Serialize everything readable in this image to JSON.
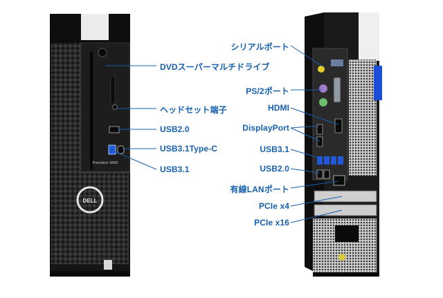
{
  "product": {
    "model_text": "Precision 3430",
    "brand_logo": "DELL"
  },
  "front_callouts": [
    {
      "key": "dvd",
      "label": "DVDスーパーマルチドライブ"
    },
    {
      "key": "headset",
      "label": "ヘッドセット端子"
    },
    {
      "key": "usb20",
      "label": "USB2.0"
    },
    {
      "key": "usbc",
      "label": "USB3.1Type-C"
    },
    {
      "key": "usb31",
      "label": "USB3.1"
    }
  ],
  "rear_callouts": [
    {
      "key": "serial",
      "label": "シリアルポート"
    },
    {
      "key": "ps2",
      "label": "PS/2ポート"
    },
    {
      "key": "hdmi",
      "label": "HDMI"
    },
    {
      "key": "dp",
      "label": "DisplayPort"
    },
    {
      "key": "usb31",
      "label": "USB3.1"
    },
    {
      "key": "usb20",
      "label": "USB2.0"
    },
    {
      "key": "lan",
      "label": "有線LANポート"
    },
    {
      "key": "pcie4",
      "label": "PCIe x4"
    },
    {
      "key": "pcie16",
      "label": "PCIe x16"
    }
  ],
  "colors": {
    "label": "#1560b0",
    "leader": "#1560b0",
    "chassis": "#141414",
    "mesh": "#2a2a2a"
  }
}
